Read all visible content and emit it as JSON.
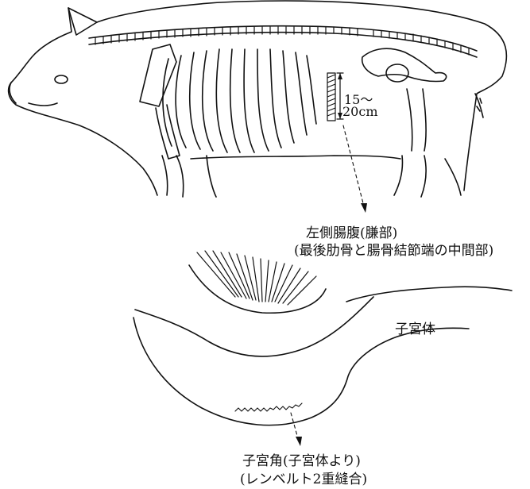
{
  "labels": {
    "length_line1": "15～",
    "length_line2": "20cm",
    "incision_site_line1": "左側腸腹(膁部)",
    "incision_site_line2": "(最後肋骨と腸骨結節端の中間部)",
    "uterine_body": "子宮体",
    "uterine_horn_line1": "子宮角(子宮体より)",
    "uterine_horn_line2": "(レンベルト2重縫合)"
  },
  "colors": {
    "ink": "#111111",
    "background": "#ffffff"
  }
}
